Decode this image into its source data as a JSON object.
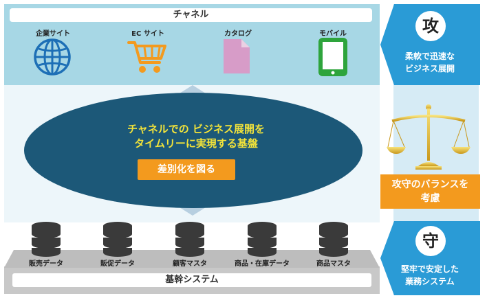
{
  "channel": {
    "title": "チャネル",
    "items": [
      {
        "label": "企業サイト",
        "icon": "globe-icon"
      },
      {
        "label": "EC サイト",
        "icon": "shopping-cart-icon"
      },
      {
        "label": "カタログ",
        "icon": "document-icon"
      },
      {
        "label": "モバイル",
        "icon": "tablet-icon"
      }
    ]
  },
  "center": {
    "line1": "チャネルでの ビジネス展開を",
    "line2": "タイムリーに実現する基盤",
    "button": "差別化を図る"
  },
  "core": {
    "title": "基幹システム",
    "databases": [
      {
        "label": "販売データ"
      },
      {
        "label": "販促データ"
      },
      {
        "label": "顧客マスタ"
      },
      {
        "label": "商品・在庫データ"
      },
      {
        "label": "商品マスタ"
      }
    ]
  },
  "offense": {
    "badge": "攻",
    "line1": "柔軟で迅速な",
    "line2": "ビジネス展開"
  },
  "balance": {
    "line1": "攻守のバランスを",
    "line2": "考慮",
    "icon": "balance-scale-icon"
  },
  "defense": {
    "badge": "守",
    "line1": "堅牢で安定した",
    "line2": "業務システム"
  },
  "colors": {
    "channel_bg": "#a7d7e5",
    "ellipse": "#1c5878",
    "accent_orange": "#f39a1e",
    "chevron_blue": "#2a9bd6",
    "center_text": "#f2e33a",
    "database": "#3a3a3a",
    "base_gray": "#c8c8c8"
  }
}
